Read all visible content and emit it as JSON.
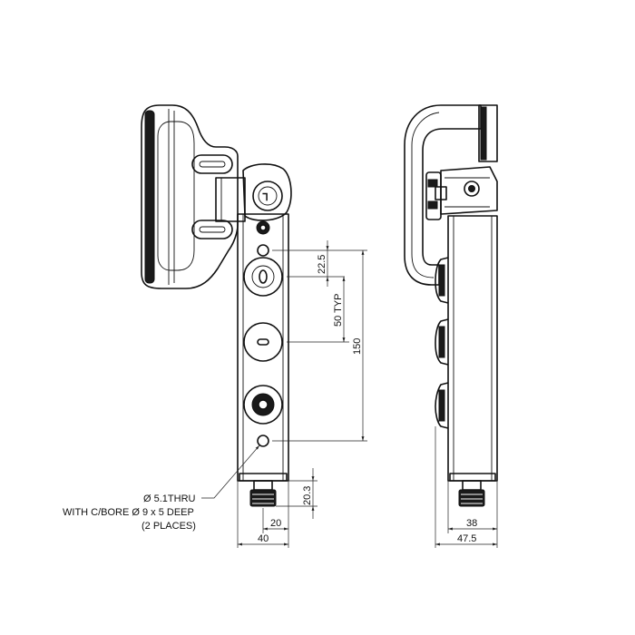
{
  "dimensions": {
    "hole_to_button": "22.5",
    "button_pitch": "50 TYP",
    "hole_pitch": "150",
    "connector_height": "20.3",
    "front_half_width": "20",
    "front_width": "40",
    "side_depth": "38",
    "side_total_depth": "47.5"
  },
  "callout": {
    "line1": "Ø 5.1THRU",
    "line2": "WITH C/BORE Ø 9 x 5 DEEP",
    "line3": "(2 PLACES)"
  },
  "logo_text": "ᒣ"
}
